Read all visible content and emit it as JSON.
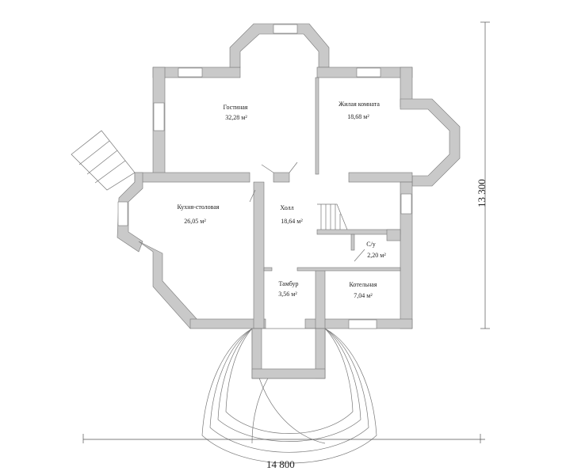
{
  "rooms": [
    {
      "name": "Гостиная",
      "area": "32,28 м²"
    },
    {
      "name": "Жилая комната",
      "area": "18,68 м²"
    },
    {
      "name": "Кухня-столовая",
      "area": "26,05 м²"
    },
    {
      "name": "Холл",
      "area": "18,64 м²"
    },
    {
      "name": "С/у",
      "area": "2,20 м²"
    },
    {
      "name": "Тамбур",
      "area": "3,56 м²"
    },
    {
      "name": "Котельная",
      "area": "7,04 м²"
    }
  ],
  "dimensions": {
    "width": "14 800",
    "height": "13 300"
  },
  "colors": {
    "wall": "#c9c9c9",
    "line": "#555555"
  }
}
